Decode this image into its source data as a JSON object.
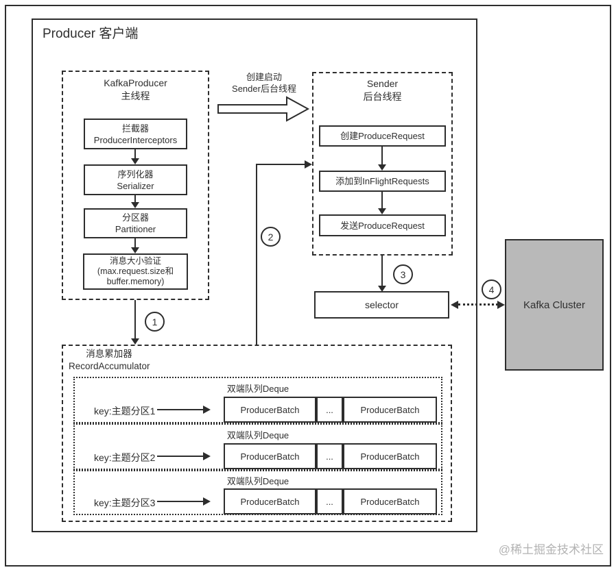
{
  "title": "Producer 客户端",
  "watermark": "@稀土掘金技术社区",
  "colors": {
    "line": "#2d2d2d",
    "kafka_cluster_fill": "#b9b9b9",
    "watermark_gray": "#b3b3b3"
  },
  "kafka_producer": {
    "title_line1": "KafkaProducer",
    "title_line2": "主线程",
    "steps": [
      {
        "line1": "拦截器",
        "line2": "ProducerInterceptors",
        "line3": ""
      },
      {
        "line1": "序列化器",
        "line2": "Serializer",
        "line3": ""
      },
      {
        "line1": "分区器",
        "line2": "Partitioner",
        "line3": ""
      },
      {
        "line1": "消息大小验证",
        "line2": "(max.request.size和",
        "line3": "buffer.memory)"
      }
    ]
  },
  "create_sender_arrow": {
    "line1": "创建启动",
    "line2": "Sender后台线程"
  },
  "sender": {
    "title_line1": "Sender",
    "title_line2": "后台线程",
    "steps": [
      "创建ProduceRequest",
      "添加到InFlightRequests",
      "发送ProduceRequest"
    ]
  },
  "selector_label": "selector",
  "kafka_cluster_label": "Kafka Cluster",
  "accumulator": {
    "title_line1": "消息累加器",
    "title_line2": "RecordAccumulator",
    "rows": [
      {
        "key": "key:主题分区1",
        "deque_label": "双端队列Deque",
        "batch1": "ProducerBatch",
        "dots": "...",
        "batch2": "ProducerBatch"
      },
      {
        "key": "key:主题分区2",
        "deque_label": "双端队列Deque",
        "batch1": "ProducerBatch",
        "dots": "...",
        "batch2": "ProducerBatch"
      },
      {
        "key": "key:主题分区3",
        "deque_label": "双端队列Deque",
        "batch1": "ProducerBatch",
        "dots": "...",
        "batch2": "ProducerBatch"
      }
    ]
  },
  "step_badges": {
    "s1": "1",
    "s2": "2",
    "s3": "3",
    "s4": "4"
  }
}
